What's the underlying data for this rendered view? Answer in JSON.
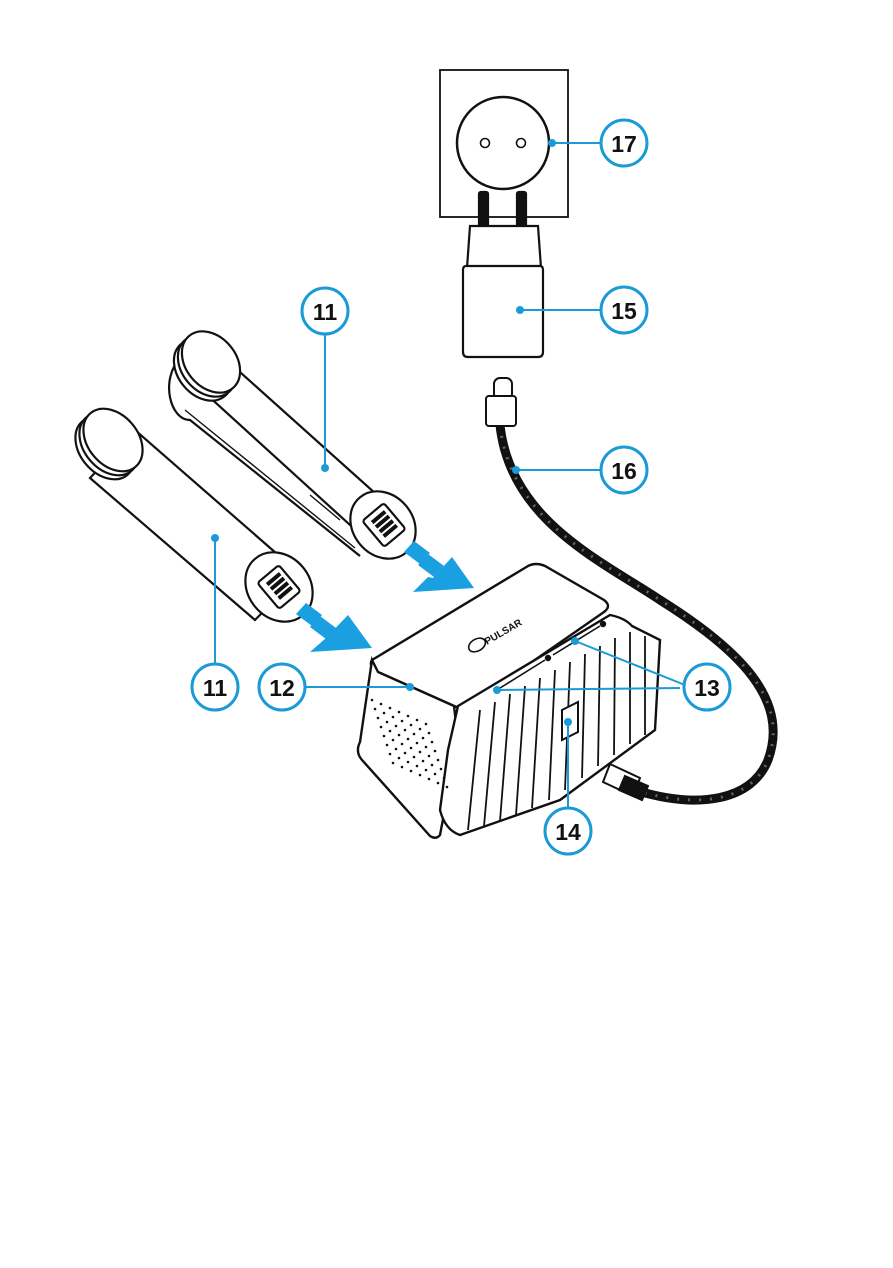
{
  "colors": {
    "accent": "#1a9ad6",
    "outline": "#111111",
    "arrow": "#1aa0e0",
    "cable": "#1a1a1a"
  },
  "callouts": [
    {
      "id": "battery-back",
      "label": "11"
    },
    {
      "id": "battery-front",
      "label": "11"
    },
    {
      "id": "charger-body",
      "label": "12"
    },
    {
      "id": "charge-indicators",
      "label": "13"
    },
    {
      "id": "usb-port",
      "label": "14"
    },
    {
      "id": "power-adapter",
      "label": "15"
    },
    {
      "id": "usb-cable",
      "label": "16"
    },
    {
      "id": "wall-socket",
      "label": "17"
    }
  ],
  "charger": {
    "logo_text": "PULSAR"
  }
}
